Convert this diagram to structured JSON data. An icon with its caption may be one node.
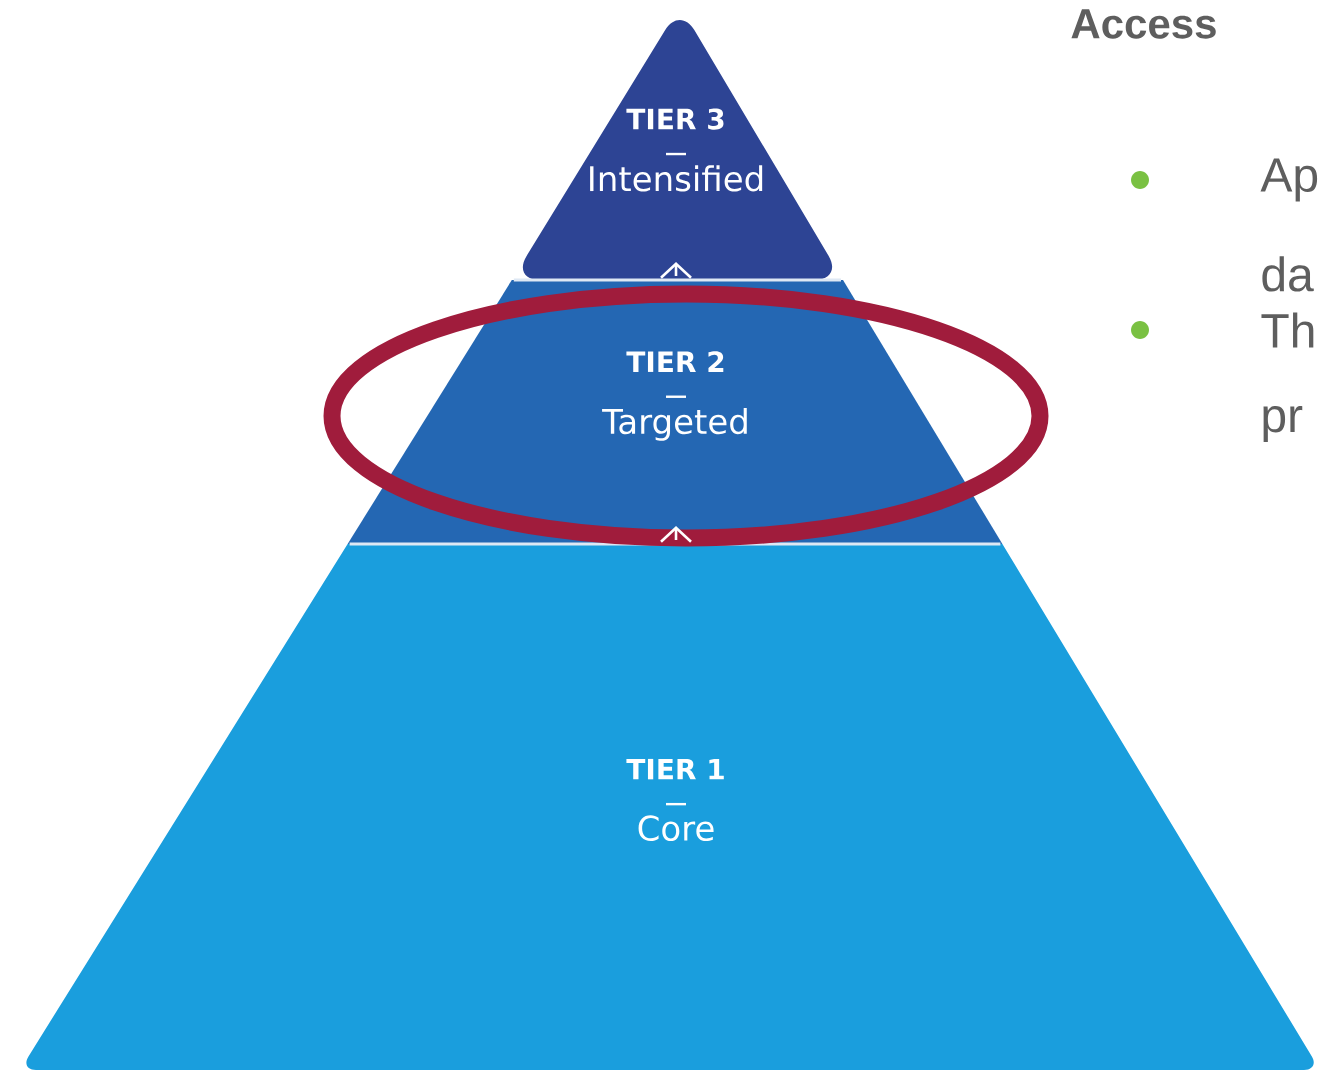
{
  "diagram": {
    "nodes": [
      {
        "text": [
          "TIER 3",
          "Intensified"
        ]
      },
      {
        "text": [
          "TIER 2",
          "Targeted"
        ]
      },
      {
        "text": [
          "TIER 1",
          "Core"
        ]
      }
    ],
    "edges": [
      {
        "from": 2,
        "to": 1,
        "arrow": "to"
      },
      {
        "from": 1,
        "to": 0,
        "arrow": "to"
      }
    ],
    "labels": [
      "Access",
      "Ap",
      "da",
      "Th",
      "pr"
    ]
  }
}
